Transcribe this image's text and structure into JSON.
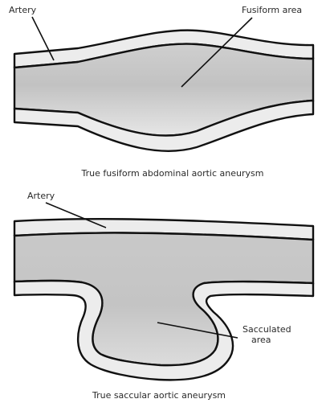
{
  "colors": {
    "wall_fill": "#ececec",
    "lumen_gradient_dark": "#c4c4c4",
    "lumen_gradient_light": "#ebebeb",
    "outline": "#111111"
  },
  "fusiform": {
    "artery_label": "Artery",
    "area_label": "Fusiform area",
    "caption": "True fusiform abdominal aortic aneurysm"
  },
  "saccular": {
    "artery_label": "Artery",
    "area_label_line1": "Sacculated",
    "area_label_line2": "area",
    "caption": "True saccular aortic aneurysm"
  }
}
